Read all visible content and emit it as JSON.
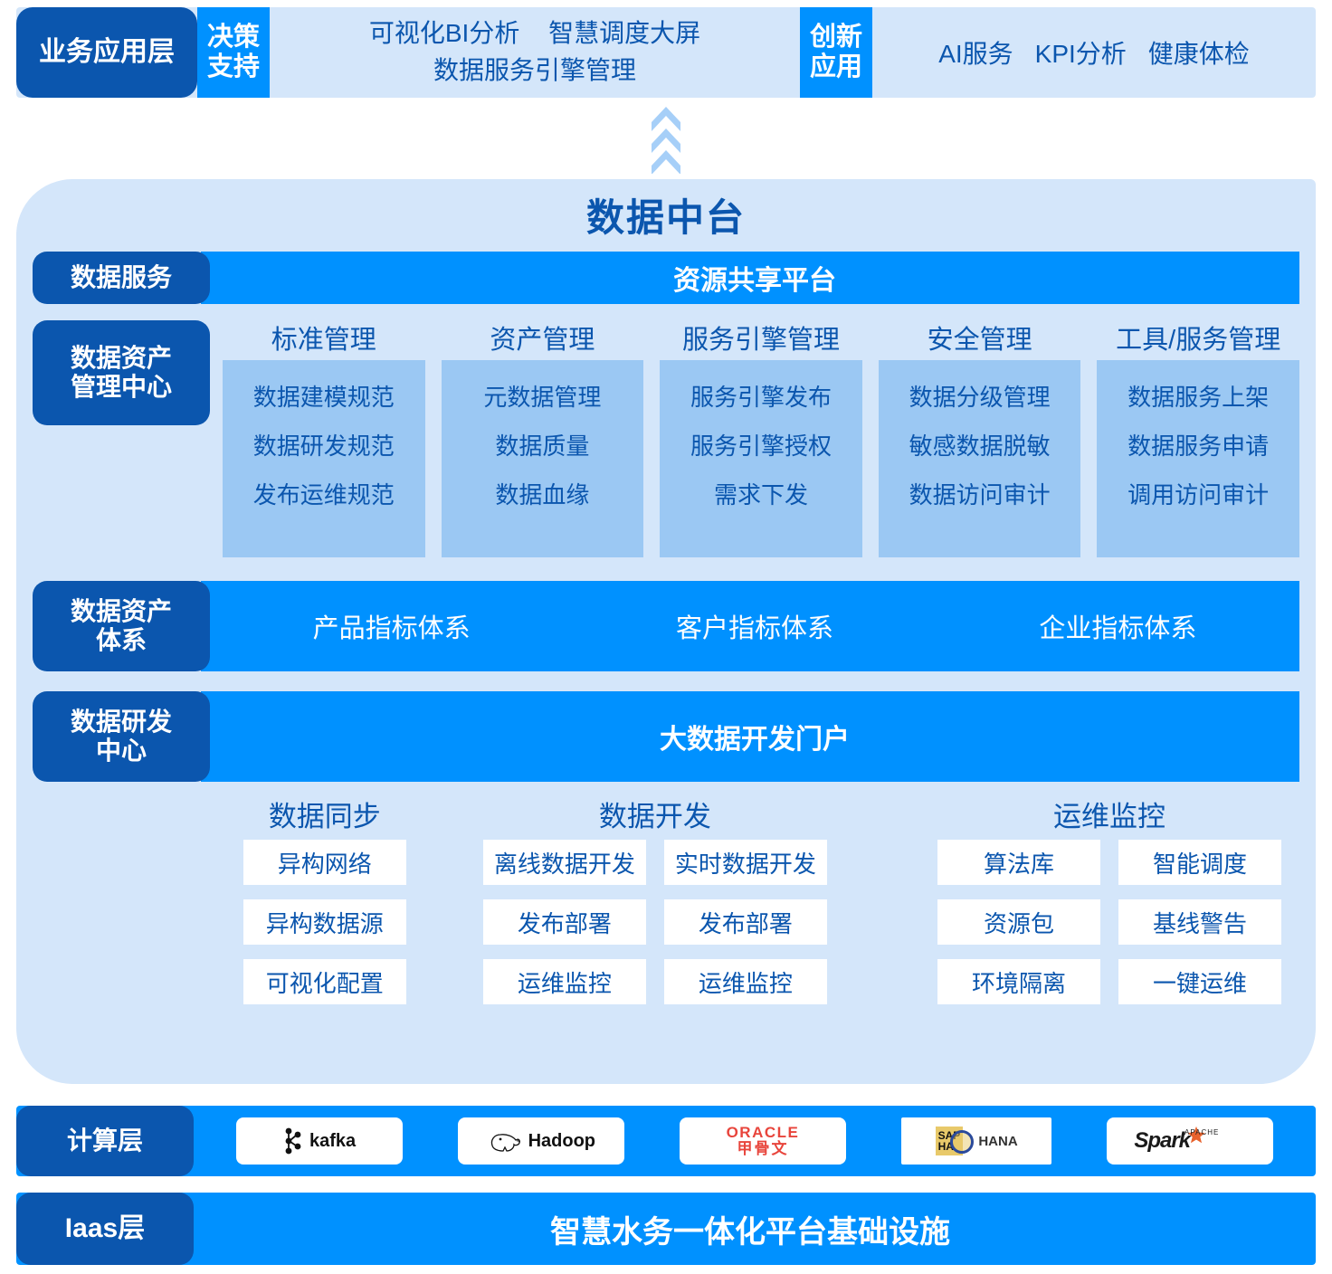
{
  "app_layer": {
    "label": "业务应用层",
    "categories": [
      {
        "name": "决策支持",
        "name_l1": "决策",
        "name_l2": "支持",
        "items_line1": [
          "可视化BI分析",
          "智慧调度大屏"
        ],
        "items_line2": [
          "数据服务引擎管理"
        ]
      },
      {
        "name": "创新应用",
        "name_l1": "创新",
        "name_l2": "应用",
        "items": [
          "AI服务",
          "KPI分析",
          "健康体检"
        ]
      }
    ]
  },
  "platform": {
    "title": "数据中台",
    "data_service": {
      "label": "数据服务",
      "bar_title": "资源共享平台"
    },
    "asset_center": {
      "label": "数据资产管理中心",
      "label_l1": "数据资产",
      "label_l2": "管理中心",
      "columns": [
        {
          "title": "标准管理",
          "items": [
            "数据建模规范",
            "数据研发规范",
            "发布运维规范"
          ]
        },
        {
          "title": "资产管理",
          "items": [
            "元数据管理",
            "数据质量",
            "数据血缘"
          ]
        },
        {
          "title": "服务引擎管理",
          "items": [
            "服务引擎发布",
            "服务引擎授权",
            "需求下发"
          ]
        },
        {
          "title": "安全管理",
          "items": [
            "数据分级管理",
            "敏感数据脱敏",
            "数据访问审计"
          ]
        },
        {
          "title": "工具/服务管理",
          "items": [
            "数据服务上架",
            "数据服务申请",
            "调用访问审计"
          ]
        }
      ]
    },
    "asset_system": {
      "label": "数据资产体系",
      "label_l1": "数据资产",
      "label_l2": "体系",
      "items": [
        "产品指标体系",
        "客户指标体系",
        "企业指标体系"
      ]
    },
    "dev_center": {
      "label": "数据研发中心",
      "label_l1": "数据研发",
      "label_l2": "中心",
      "bar_title": "大数据开发门户"
    },
    "dev_groups": [
      {
        "title": "数据同步",
        "columns": [
          [
            "异构网络",
            "异构数据源",
            "可视化配置"
          ]
        ]
      },
      {
        "title": "数据开发",
        "columns": [
          [
            "离线数据开发",
            "发布部署",
            "运维监控"
          ],
          [
            "实时数据开发",
            "发布部署",
            "运维监控"
          ]
        ]
      },
      {
        "title": "运维监控",
        "columns": [
          [
            "算法库",
            "资源包",
            "环境隔离"
          ],
          [
            "智能调度",
            "基线警告",
            "一键运维"
          ]
        ]
      }
    ]
  },
  "compute_layer": {
    "label": "计算层",
    "logos": [
      {
        "name": "kafka-logo",
        "text": "kafka"
      },
      {
        "name": "hadoop-logo",
        "text": "Hadoop"
      },
      {
        "name": "oracle-logo",
        "text_en": "ORACLE",
        "text_cn": "甲骨文"
      },
      {
        "name": "sap-hana-logo",
        "badge_l1": "SAP",
        "badge_l2": "HA",
        "text": "HANA"
      },
      {
        "name": "spark-logo",
        "text": "Spark",
        "text_small": "APACHE"
      }
    ]
  },
  "iaas_layer": {
    "label": "Iaas层",
    "title": "智慧水务一体化平台基础设施"
  }
}
